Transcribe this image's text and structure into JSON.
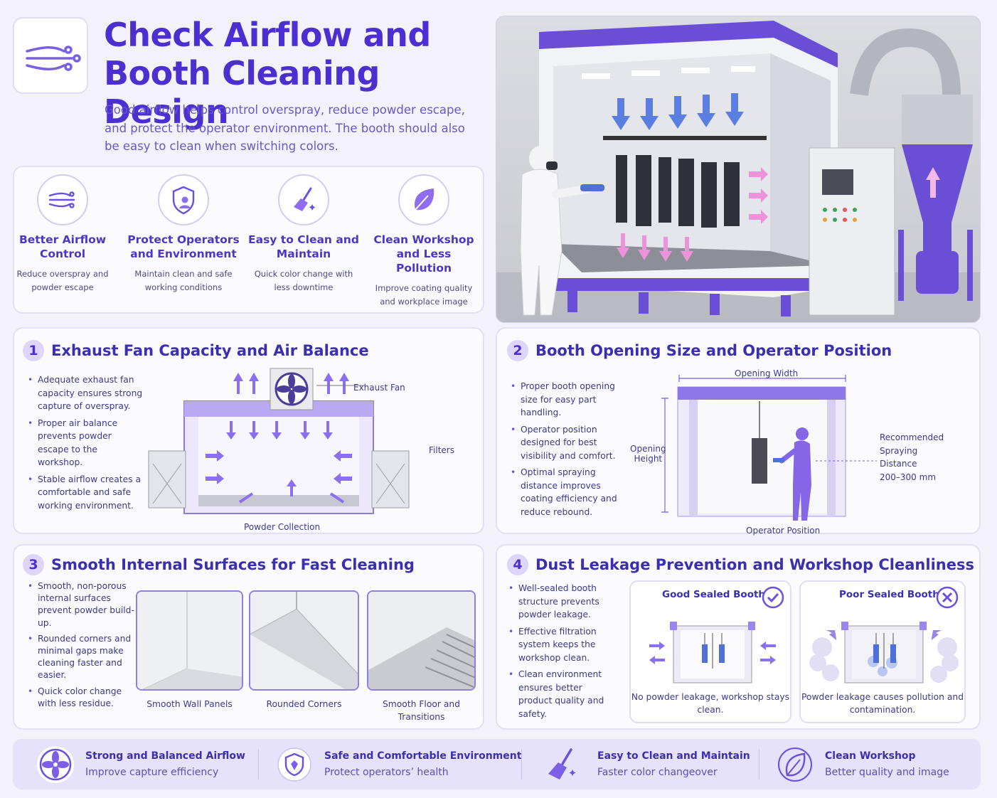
{
  "header": {
    "title_line1": "Check Airflow and",
    "title_line2": "Booth Cleaning Design",
    "subtitle": "Good airflow helps control overspray, reduce powder escape, and protect the operator environment. The booth should also be easy to clean when switching colors."
  },
  "benefits": [
    {
      "icon": "airflow-icon",
      "title": "Better Airflow Control",
      "desc": "Reduce overspray and powder escape"
    },
    {
      "icon": "shield-person-icon",
      "title": "Protect Operators and Environment",
      "desc": "Maintain clean and safe working conditions"
    },
    {
      "icon": "broom-icon",
      "title": "Easy to Clean and Maintain",
      "desc": "Quick color change with less downtime"
    },
    {
      "icon": "leaf-icon",
      "title": "Clean Workshop and Less Pollution",
      "desc": "Improve coating quality and workplace image"
    }
  ],
  "sections": {
    "s1": {
      "num": "1",
      "title": "Exhaust Fan Capacity and Air Balance",
      "bullets": [
        "Adequate exhaust fan capacity ensures strong capture of overspray.",
        "Proper air balance prevents powder escape to the workshop.",
        "Stable airflow creates a comfortable and safe working environment."
      ],
      "labels": {
        "fan": "Exhaust Fan",
        "filters": "Filters",
        "collection": "Powder Collection"
      }
    },
    "s2": {
      "num": "2",
      "title": "Booth Opening Size and Operator Position",
      "bullets": [
        "Proper booth opening size for easy part handling.",
        "Operator position designed for best visibility and comfort.",
        "Optimal spraying distance improves coating efficiency and reduce rebound."
      ],
      "labels": {
        "width": "Opening Width",
        "height_l1": "Opening",
        "height_l2": "Height",
        "dist_l1": "Recommended",
        "dist_l2": "Spraying",
        "dist_l3": "Distance",
        "dist_l4": "200–300 mm",
        "operator": "Operator Position"
      }
    },
    "s3": {
      "num": "3",
      "title": "Smooth Internal Surfaces for Fast Cleaning",
      "bullets": [
        "Smooth, non-porous internal surfaces prevent powder build-up.",
        "Rounded corners and minimal gaps make cleaning faster and easier.",
        "Quick color change with less residue."
      ],
      "photos": [
        {
          "caption": "Smooth Wall Panels"
        },
        {
          "caption": "Rounded Corners"
        },
        {
          "caption": "Smooth Floor and Transitions"
        }
      ]
    },
    "s4": {
      "num": "4",
      "title": "Dust Leakage Prevention and Workshop Cleanliness",
      "bullets": [
        "Well-sealed booth structure prevents powder leakage.",
        "Effective filtration system keeps the workshop clean.",
        "Clean environment ensures better product quality and safety."
      ],
      "good": {
        "title": "Good Sealed Booth",
        "caption": "No powder leakage, workshop stays clean."
      },
      "poor": {
        "title": "Poor Sealed Booth",
        "caption": "Powder leakage causes pollution and contamination."
      }
    }
  },
  "footer": [
    {
      "icon": "fan-icon",
      "title": "Strong and Balanced Airflow",
      "desc": "Improve capture efficiency"
    },
    {
      "icon": "shield-icon",
      "title": "Safe and Comfortable Environment",
      "desc": "Protect operators’ health"
    },
    {
      "icon": "broom-icon",
      "title": "Easy to Clean and Maintain",
      "desc": "Faster color changeover"
    },
    {
      "icon": "leaf-icon",
      "title": "Clean Workshop",
      "desc": "Better quality and image"
    }
  ],
  "colors": {
    "accent": "#4c2fd1",
    "light": "#e7e2fb",
    "pink_arrow": "#e98bd8",
    "blue_arrow": "#5b7fe0"
  }
}
